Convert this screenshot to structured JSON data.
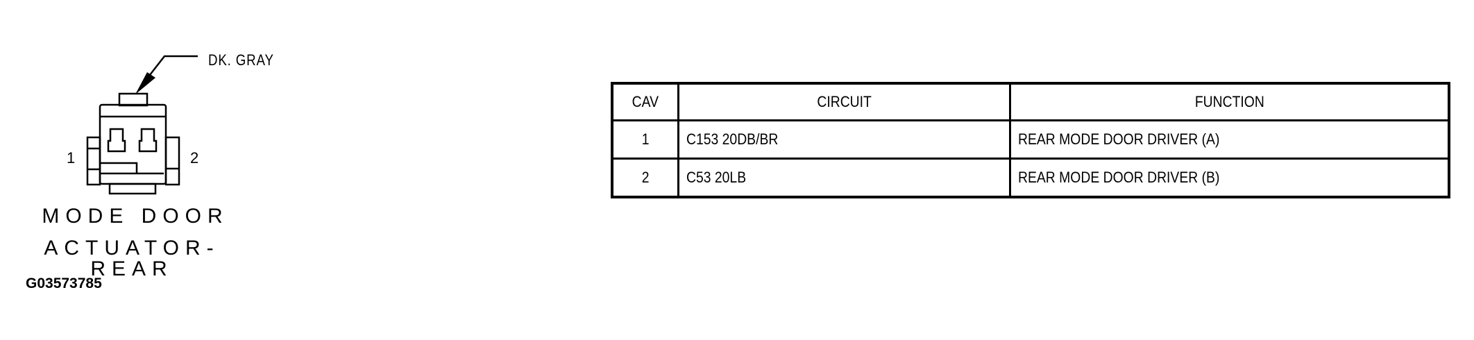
{
  "connector": {
    "wire_color_label": "DK. GRAY",
    "pin_labels": [
      "1",
      "2"
    ],
    "name_line1": "MODE DOOR",
    "name_line2": "ACTUATOR-REAR",
    "figure_id": "G03573785"
  },
  "pinout_table": {
    "headers": [
      "CAV",
      "CIRCUIT",
      "FUNCTION"
    ],
    "rows": [
      {
        "cav": "1",
        "circuit": "C153 20DB/BR",
        "function": "REAR MODE DOOR DRIVER (A)"
      },
      {
        "cav": "2",
        "circuit": "C53 20LB",
        "function": "REAR MODE DOOR DRIVER (B)"
      }
    ]
  }
}
